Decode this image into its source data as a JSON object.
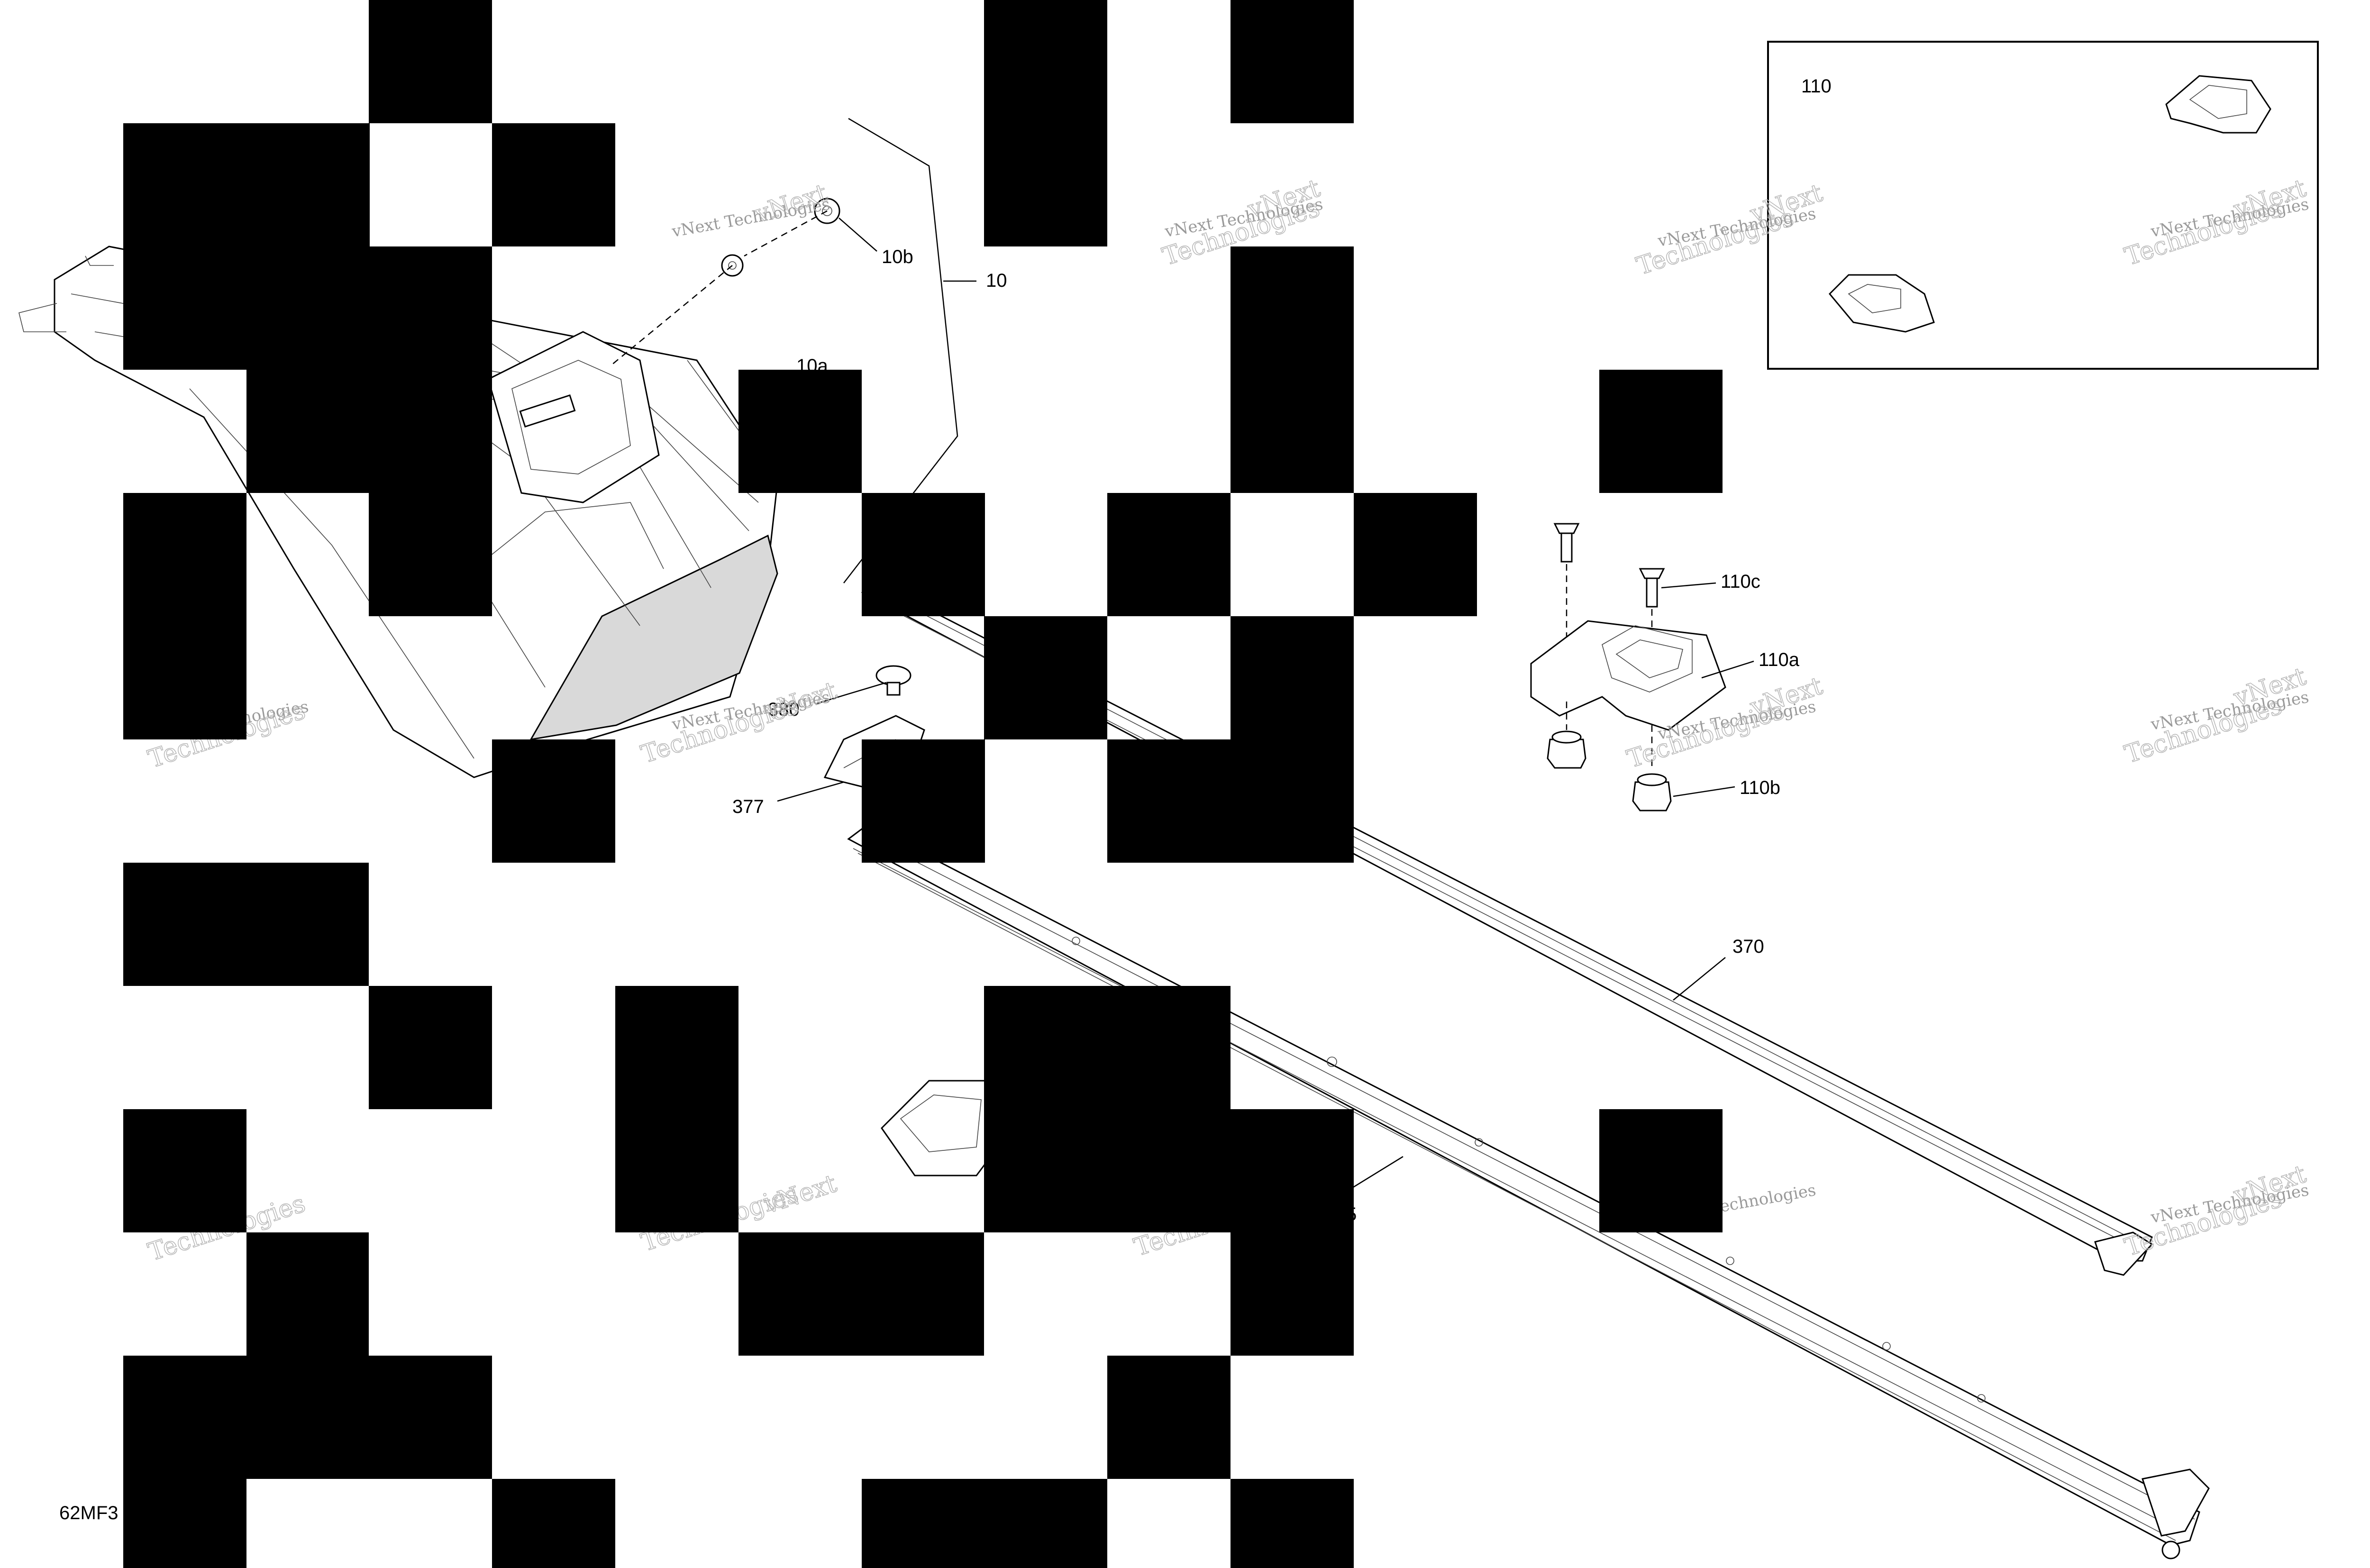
{
  "callouts": {
    "c10": "10",
    "c10a": "10a",
    "c10b": "10b",
    "c110": "110",
    "c110a": "110a",
    "c110b": "110b",
    "c110c": "110c",
    "c370": "370",
    "c375": "5",
    "c377": "377",
    "c380": "380"
  },
  "watermark": {
    "line1": "vNext Technologies",
    "line2": "vNext",
    "line3": "Technologies"
  },
  "figure_code": "62MF3",
  "colors": {
    "line": "#000000",
    "shade": "#d9d9d9",
    "watermark": "#9a9a9a",
    "mask": "#000000"
  }
}
